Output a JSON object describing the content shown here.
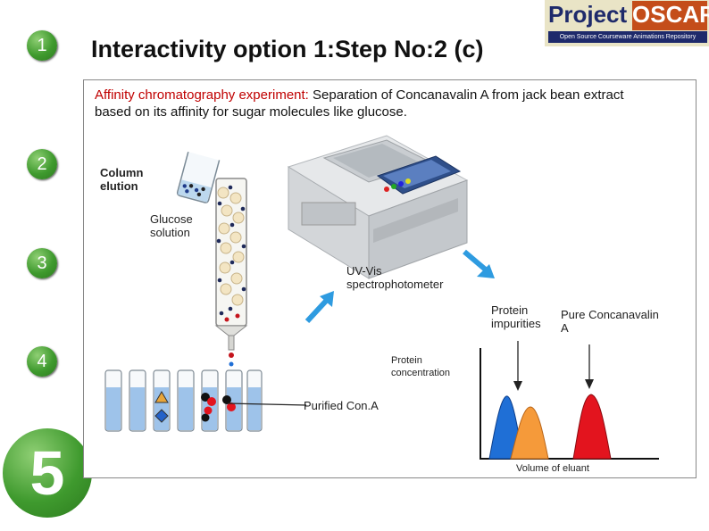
{
  "header": {
    "title": "Interactivity option 1:Step No:2 (c)",
    "logo_word_1": "Project",
    "logo_word_2": "OSCAR",
    "logo_tagline": "Open Source Courseware Animations Repository"
  },
  "steps": [
    "1",
    "2",
    "3",
    "4",
    "5"
  ],
  "intro": {
    "highlight": "Affinity chromatography experiment:",
    "text": " Separation of Concanavalin A from jack bean extract based on its affinity for sugar molecules like glucose."
  },
  "labels": {
    "column_elution": "Column elution",
    "glucose_solution": "Glucose solution",
    "spectrophotometer": "UV-Vis spectrophotometer",
    "protein_impurities": "Protein impurities",
    "pure_cona": "Pure Concanavalin A",
    "protein_concentration": "Protein concentration",
    "purified_cona": "Purified Con.A",
    "volume_of_eluant": "Volume of eluant"
  },
  "colors": {
    "step_green": "#3f9a2e",
    "highlight_red": "#c00000",
    "arrow_blue": "#2e9be0",
    "peak_blue": "#1f6fd6",
    "peak_orange": "#f59a3a",
    "peak_red": "#e3141e"
  },
  "icons": [
    "beaker-icon",
    "column-icon",
    "spectrophotometer-icon",
    "arrow-icon"
  ]
}
